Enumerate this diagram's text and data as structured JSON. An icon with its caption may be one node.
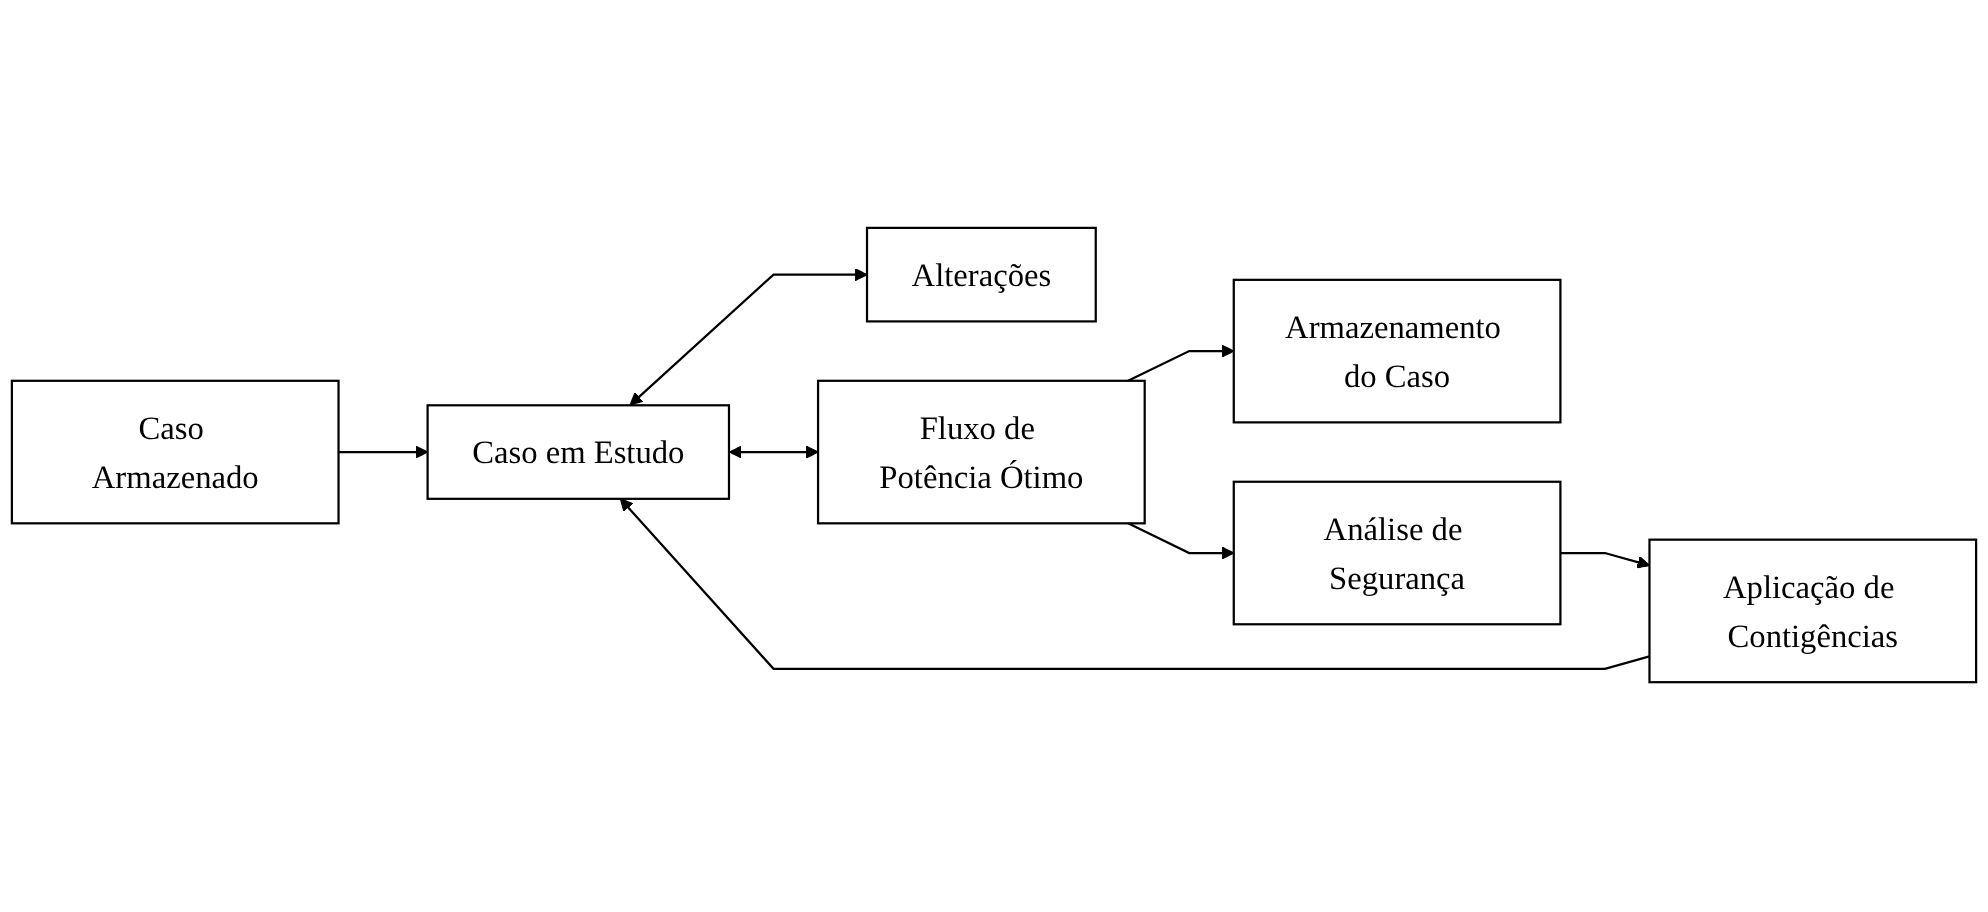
{
  "diagram": {
    "nodes": [
      {
        "text": [
          "Alterações"
        ]
      },
      {
        "text": [
          "Armazenamento do Caso"
        ]
      },
      {
        "text": [
          "Caso Armazenado"
        ]
      },
      {
        "text": [
          "Caso em Estudo"
        ]
      },
      {
        "text": [
          "Fluxo de Potência Ótimo"
        ]
      },
      {
        "text": [
          "Análise de Segurança"
        ]
      },
      {
        "text": [
          "Aplicação de Contigências"
        ]
      }
    ],
    "edges": [
      {
        "from": 3,
        "to": 0,
        "arrow": "both"
      },
      {
        "from": 2,
        "to": 3,
        "arrow": "to"
      },
      {
        "from": 3,
        "to": 4,
        "arrow": "both"
      },
      {
        "from": 4,
        "to": 1,
        "arrow": "to"
      },
      {
        "from": 4,
        "to": 5,
        "arrow": "to"
      },
      {
        "from": 5,
        "to": 6,
        "arrow": "to"
      },
      {
        "from": 6,
        "to": 3,
        "arrow": "to"
      }
    ]
  }
}
